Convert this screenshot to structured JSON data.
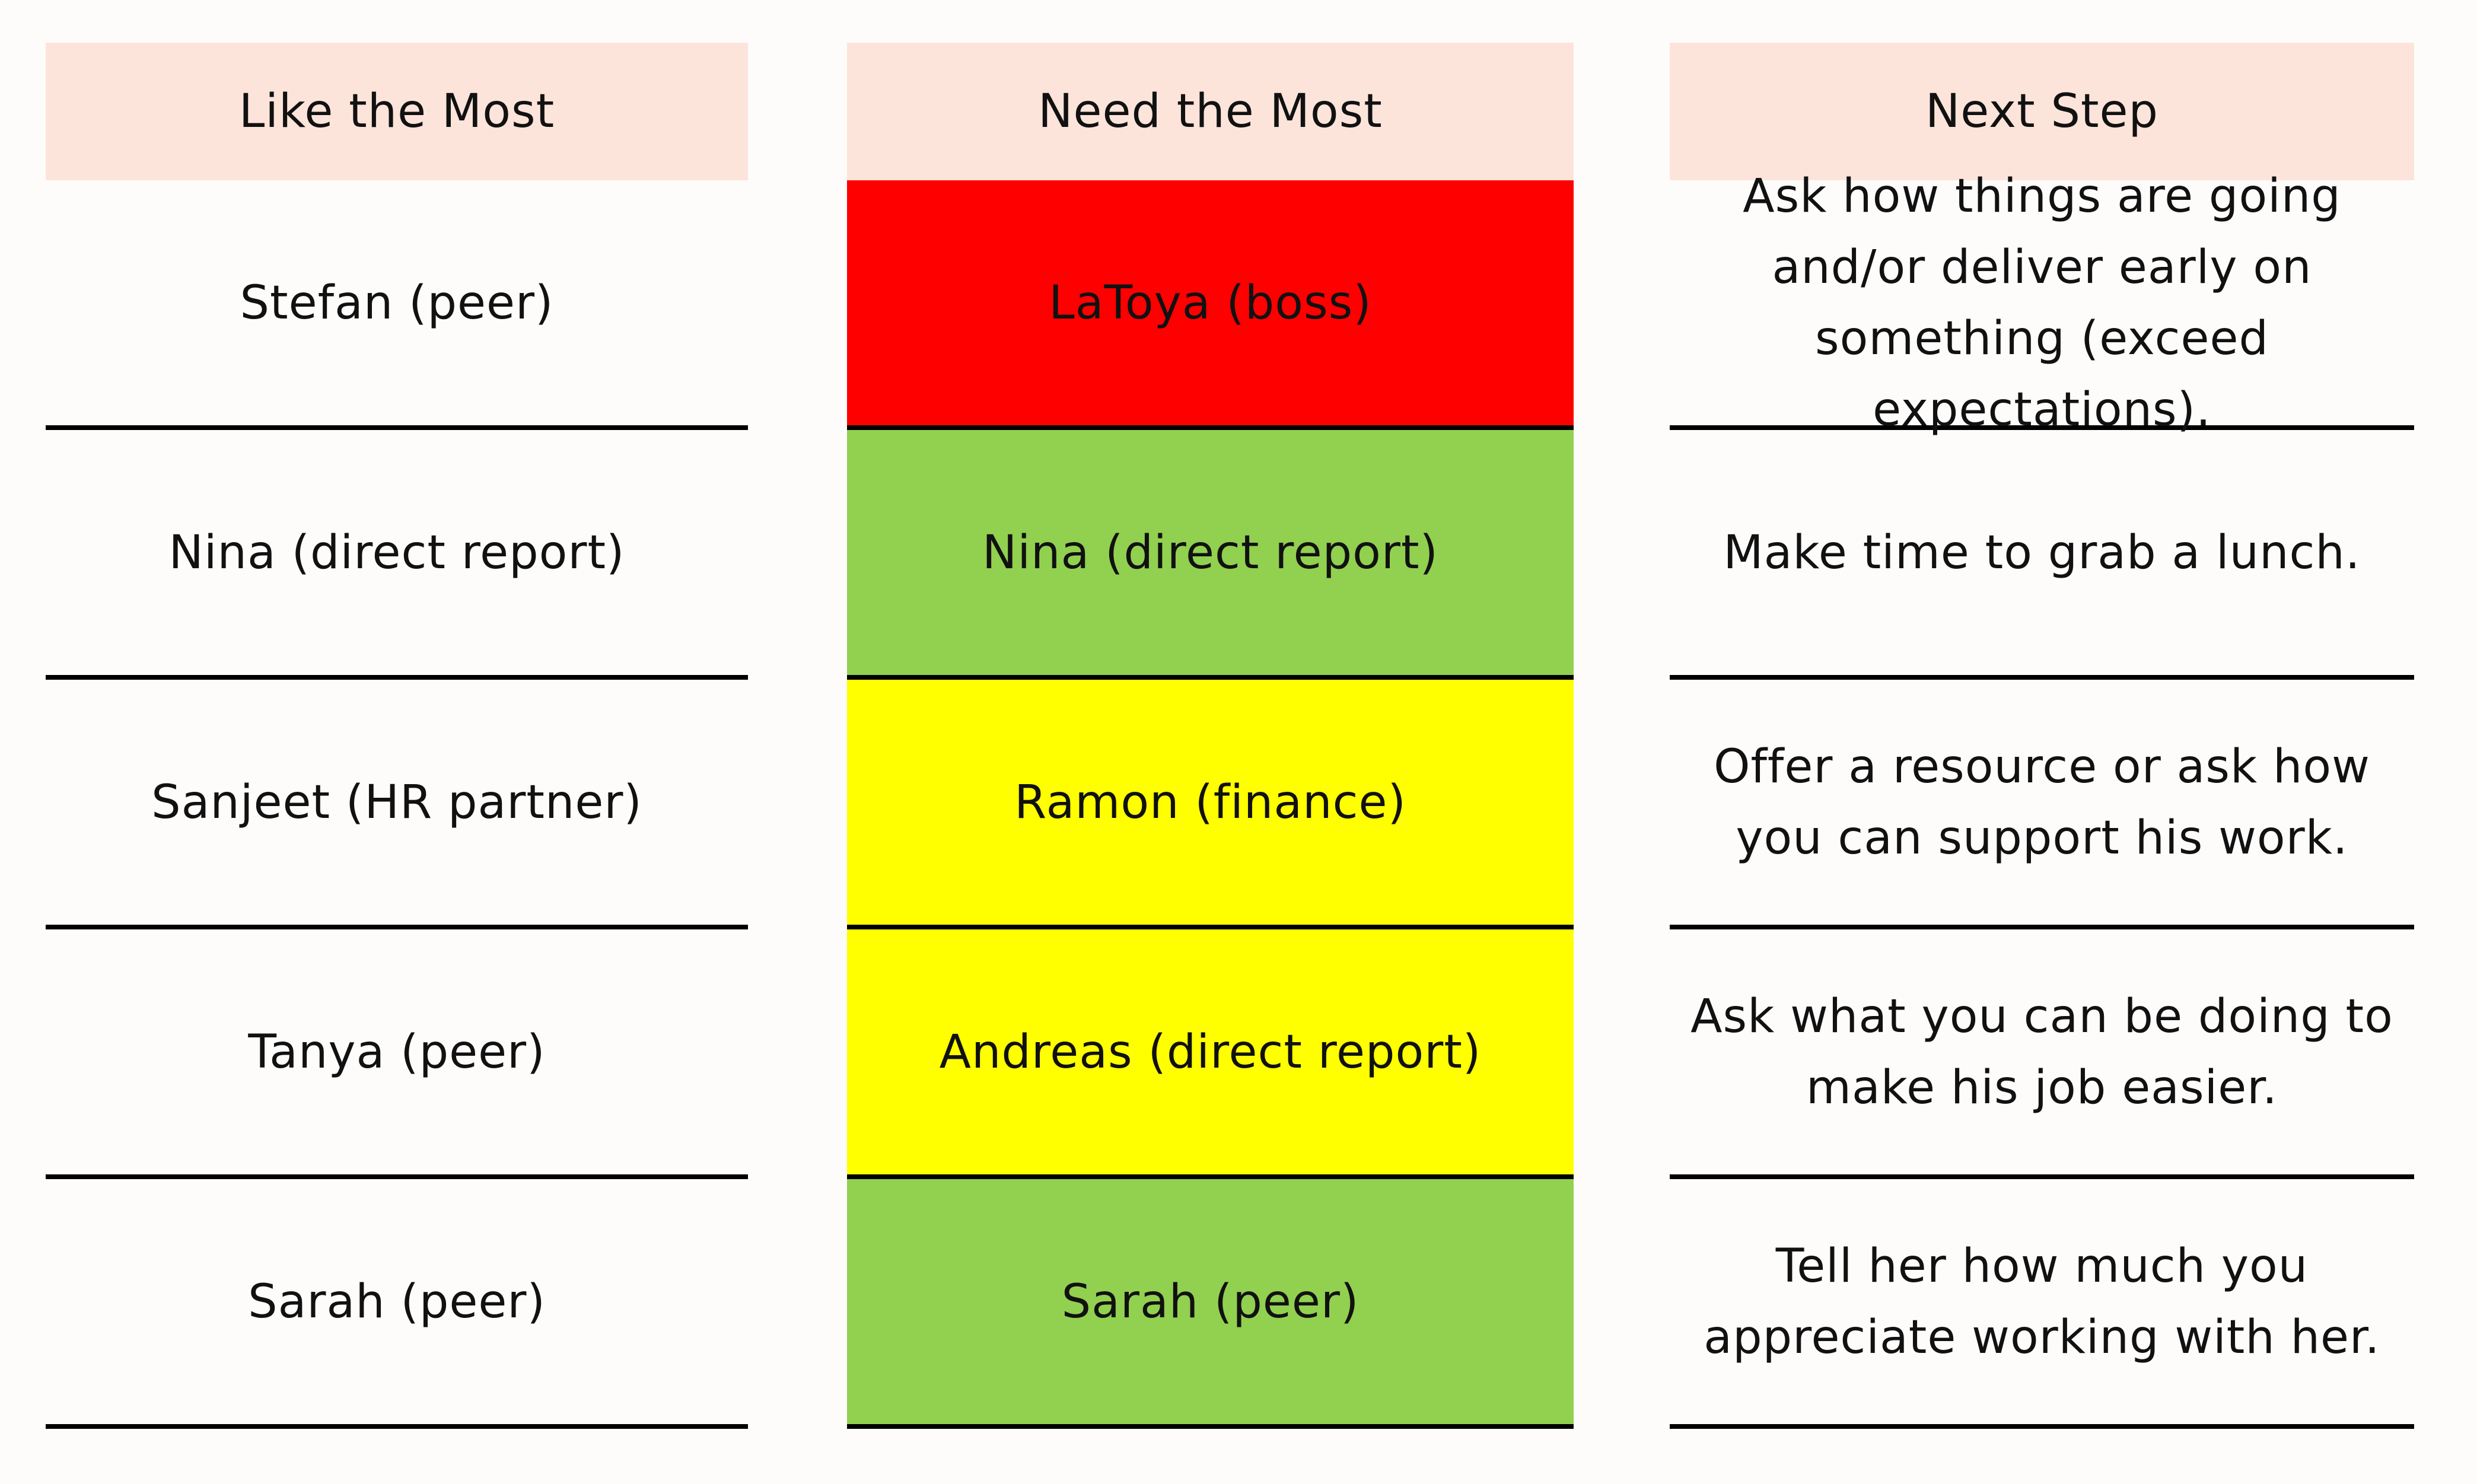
{
  "columns": {
    "like": {
      "header": "Like the Most",
      "rows": [
        "Stefan (peer)",
        "Nina (direct report)",
        "Sanjeet (HR partner)",
        "Tanya (peer)",
        "Sarah (peer)"
      ]
    },
    "need": {
      "header": "Need the Most",
      "rows": [
        {
          "text": "LaToya (boss)",
          "color": "#ff0000"
        },
        {
          "text": "Nina (direct report)",
          "color": "#92d050"
        },
        {
          "text": "Ramon (finance)",
          "color": "#ffff00"
        },
        {
          "text": "Andreas (direct report)",
          "color": "#ffff00"
        },
        {
          "text": "Sarah (peer)",
          "color": "#92d050"
        }
      ]
    },
    "next": {
      "header": "Next Step",
      "rows": [
        "Ask how things are going and/or deliver early on something (exceed expectations).",
        "Make time to grab a lunch.",
        "Offer a resource or ask how you can support his work.",
        "Ask what you can be doing to make his job easier.",
        "Tell her how much you appreciate working with her."
      ]
    }
  },
  "colors": {
    "header_bg": "#fde4da",
    "page_bg": "#fdfcfb",
    "divider": "#000000"
  }
}
